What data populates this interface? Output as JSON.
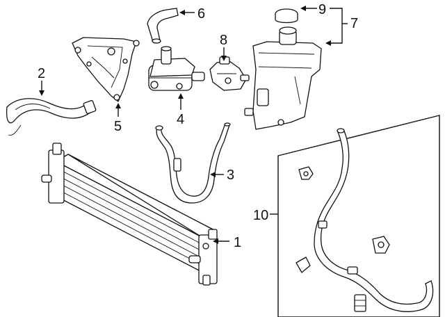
{
  "callouts": {
    "c1": "1",
    "c2": "2",
    "c3": "3",
    "c4": "4",
    "c5": "5",
    "c6": "6",
    "c7": "7",
    "c8": "8",
    "c9": "9",
    "c10": "10"
  },
  "colors": {
    "ink": "#111111",
    "background": "#ffffff"
  }
}
